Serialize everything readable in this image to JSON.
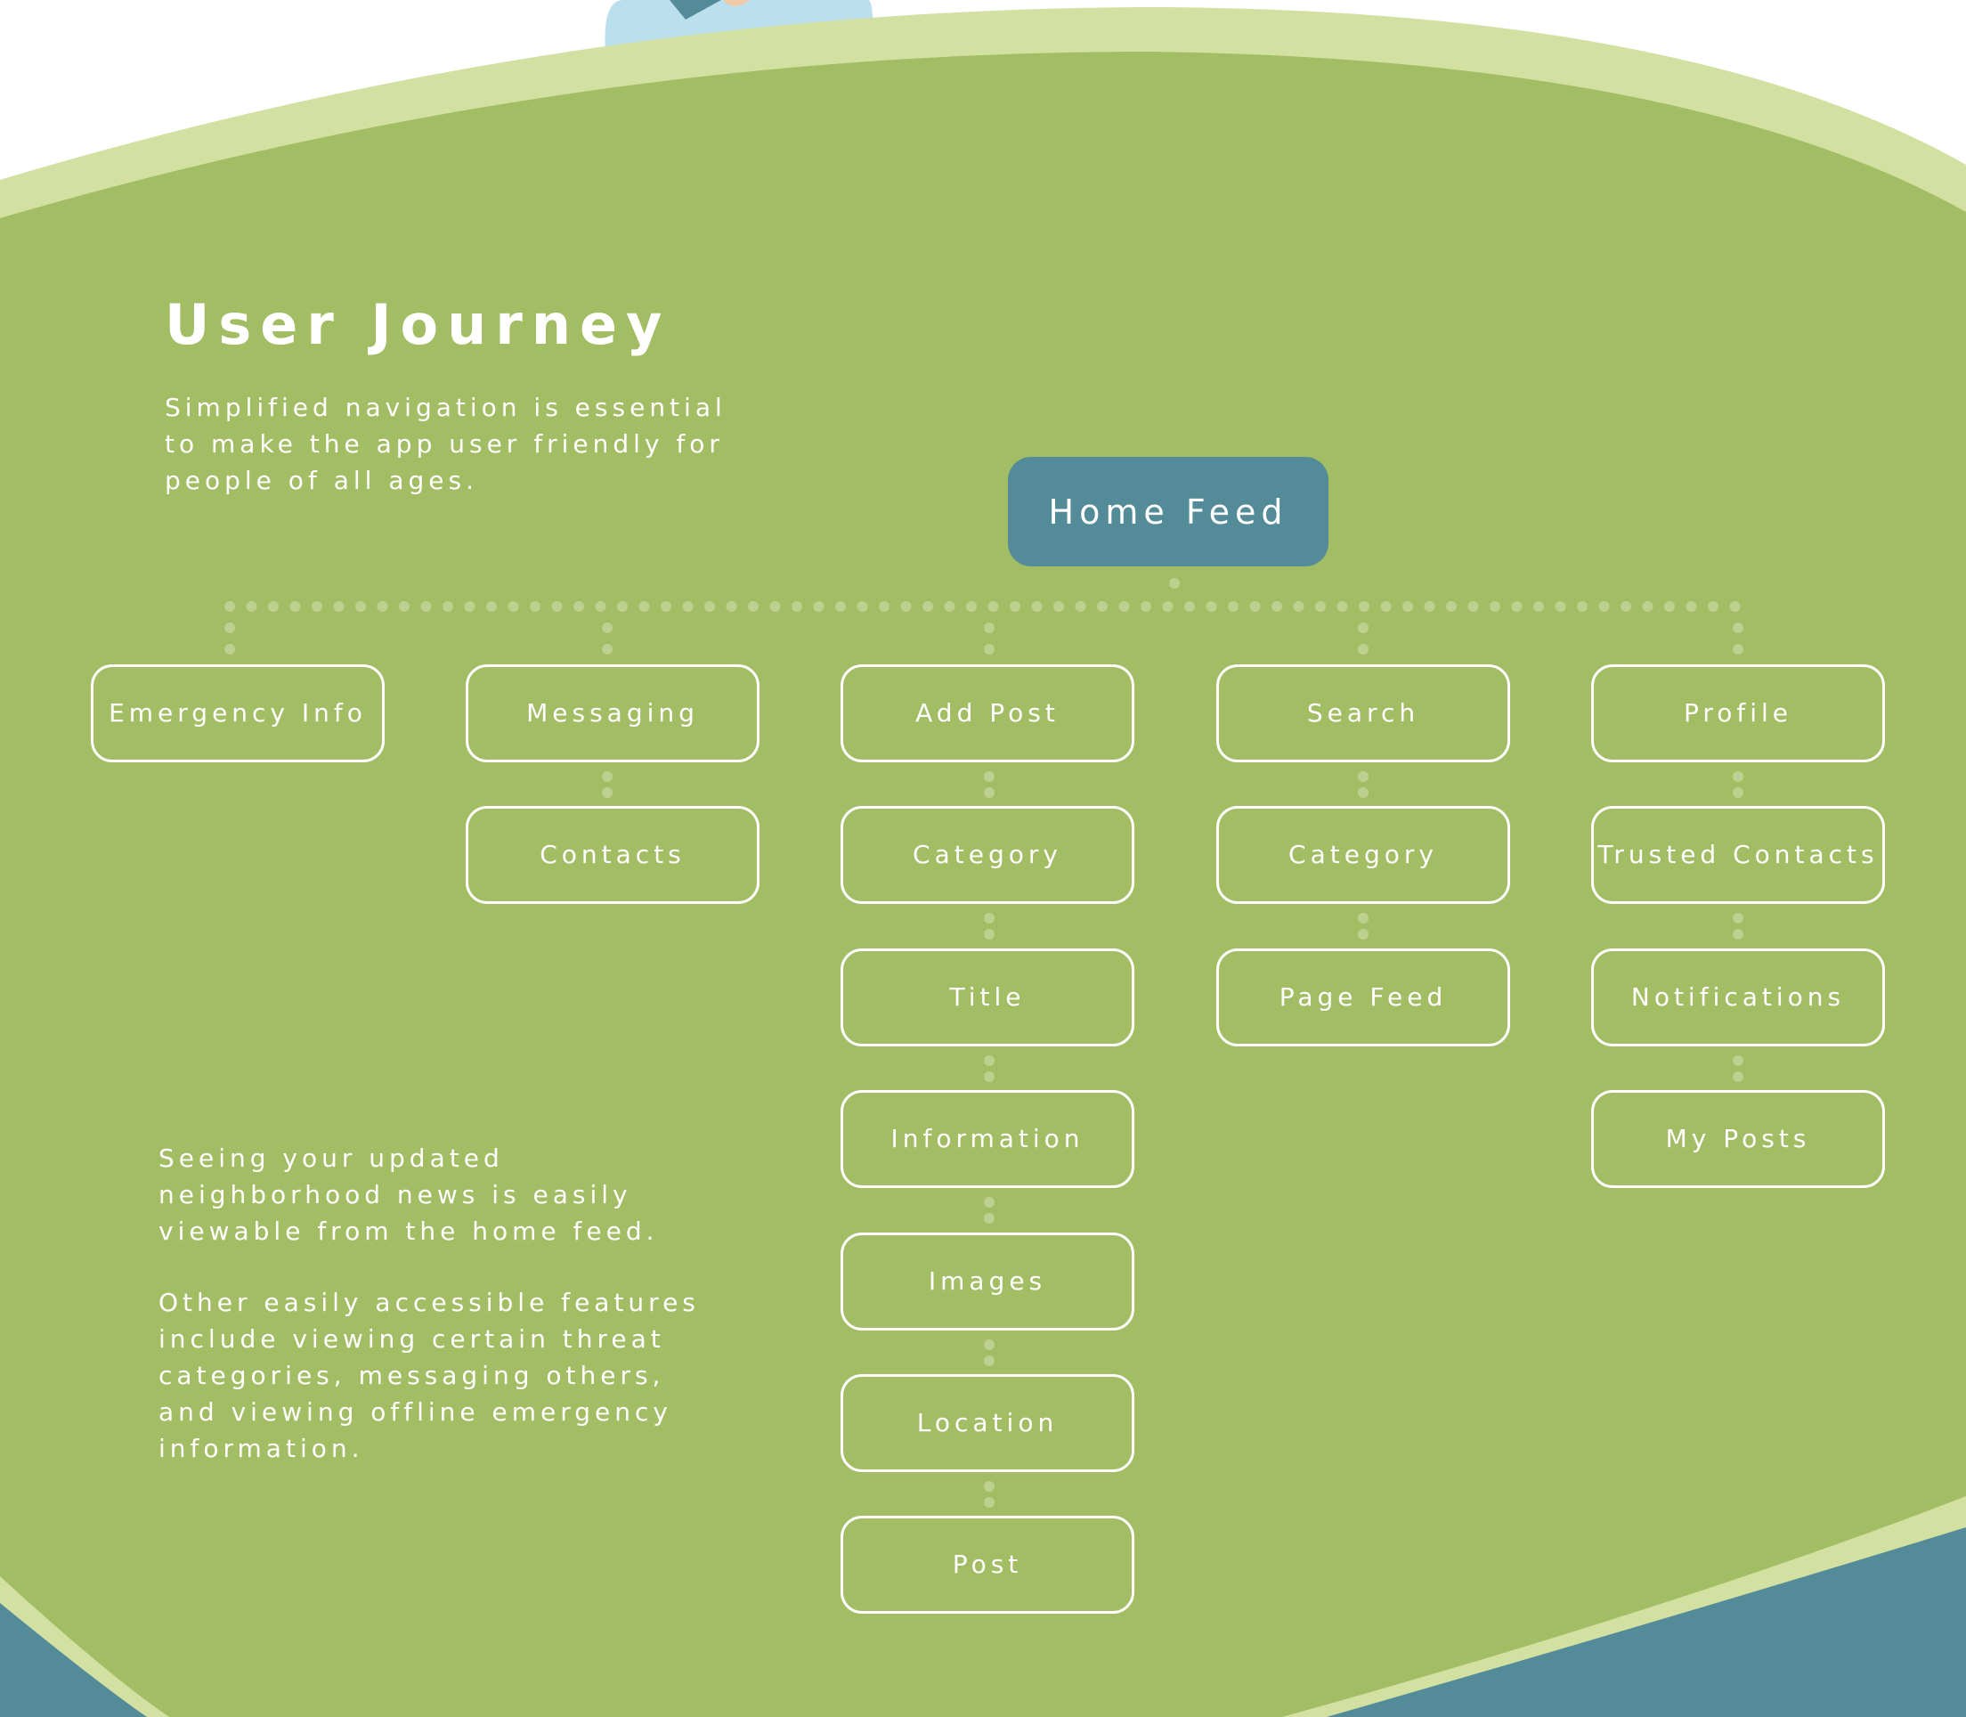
{
  "title": "User Journey",
  "intro": "Simplified navigation is essential to make the app user friendly for people of all ages.",
  "notes": [
    "Seeing your updated neighborhood news is easily viewable from the home feed.",
    "Other easily accessible features include viewing certain threat categories, messaging others, and viewing offline emergency information."
  ],
  "colors": {
    "green": "#a3bd64",
    "light_green": "#d2e0a2",
    "teal": "#548b99",
    "white": "#ffffff"
  },
  "tree": {
    "root": "Home Feed",
    "columns": [
      {
        "name": "emergency",
        "items": [
          "Emergency Info"
        ]
      },
      {
        "name": "messaging",
        "items": [
          "Messaging",
          "Contacts"
        ]
      },
      {
        "name": "add-post",
        "items": [
          "Add Post",
          "Category",
          "Title",
          "Information",
          "Images",
          "Location",
          "Post"
        ]
      },
      {
        "name": "search",
        "items": [
          "Search",
          "Category",
          "Page Feed"
        ]
      },
      {
        "name": "profile",
        "items": [
          "Profile",
          "Trusted Contacts",
          "Notifications",
          "My Posts"
        ]
      }
    ]
  }
}
